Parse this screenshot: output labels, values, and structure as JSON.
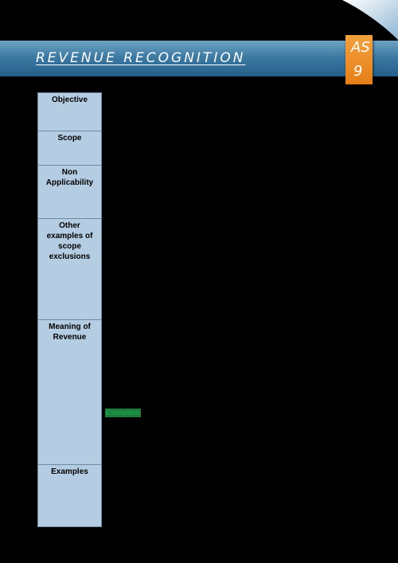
{
  "header": {
    "title": "REVENUE RECOGNITION",
    "badge_line_1": "AS",
    "badge_line_2": "9"
  },
  "side_table": {
    "rows": [
      {
        "label": "Objective"
      },
      {
        "label": "Scope"
      },
      {
        "label": "Non\nApplicability"
      },
      {
        "label": "Other\nexamples of\nscope\nexclusions"
      },
      {
        "label": "Meaning of\nRevenue"
      },
      {
        "label": "Examples"
      }
    ]
  },
  "annotation": {
    "text": "Exception"
  },
  "colors": {
    "background": "#000000",
    "banner": "#3d7aa3",
    "badge": "#e67e16",
    "table_fill": "#b4cde3",
    "annotation": "#17a34a"
  }
}
